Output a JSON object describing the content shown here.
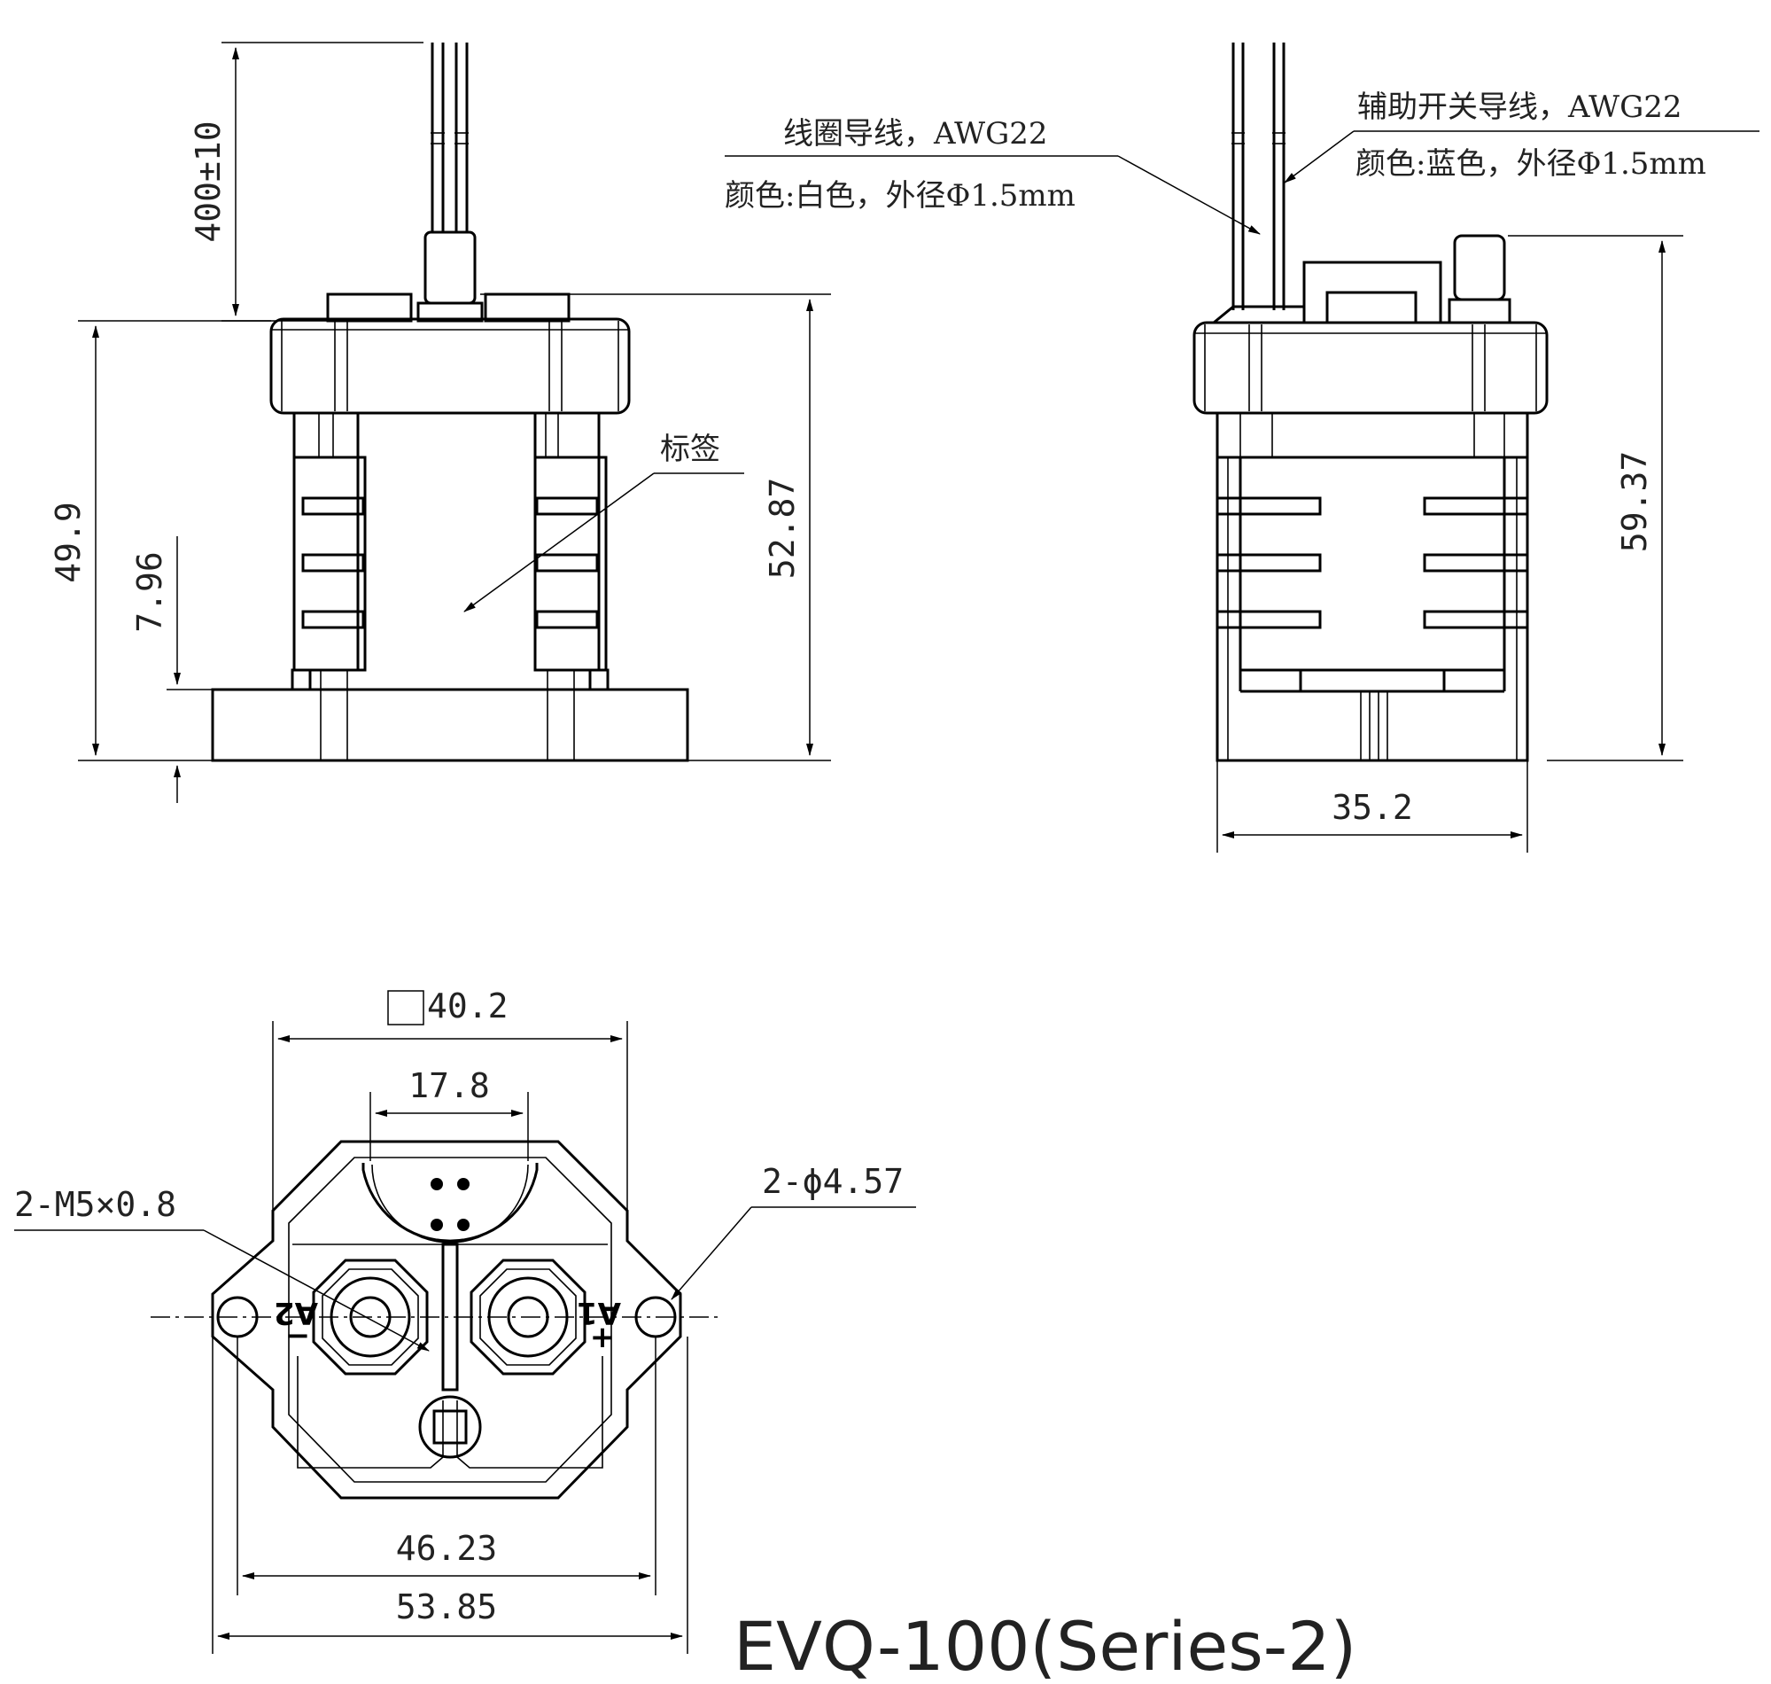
{
  "front_view": {
    "dim_lead_length": "400±10",
    "dim_overall_height": "49.9",
    "dim_base_height": "7.96",
    "dim_height_with_cap": "52.87",
    "label_note": "标签"
  },
  "side_view": {
    "coil_lead_line1": "线圈导线，AWG22",
    "coil_lead_line2": "颜色:白色，外径Φ1.5mm",
    "aux_lead_line1": "辅助开关导线，AWG22",
    "aux_lead_line2": "颜色:蓝色，外径Φ1.5mm",
    "dim_total_height": "59.37",
    "dim_width": "35.2"
  },
  "top_view": {
    "dim_square": "40.2",
    "dim_inner": "17.8",
    "thread_note": "2-M5×0.8",
    "hole_note": "2-ϕ4.57",
    "terminal_left": "A2",
    "terminal_right": "A1",
    "polarity_left": "−",
    "polarity_right": "+",
    "dim_hole_spacing": "46.23",
    "dim_flange_width": "53.85"
  },
  "title": "EVQ-100(Series-2)"
}
